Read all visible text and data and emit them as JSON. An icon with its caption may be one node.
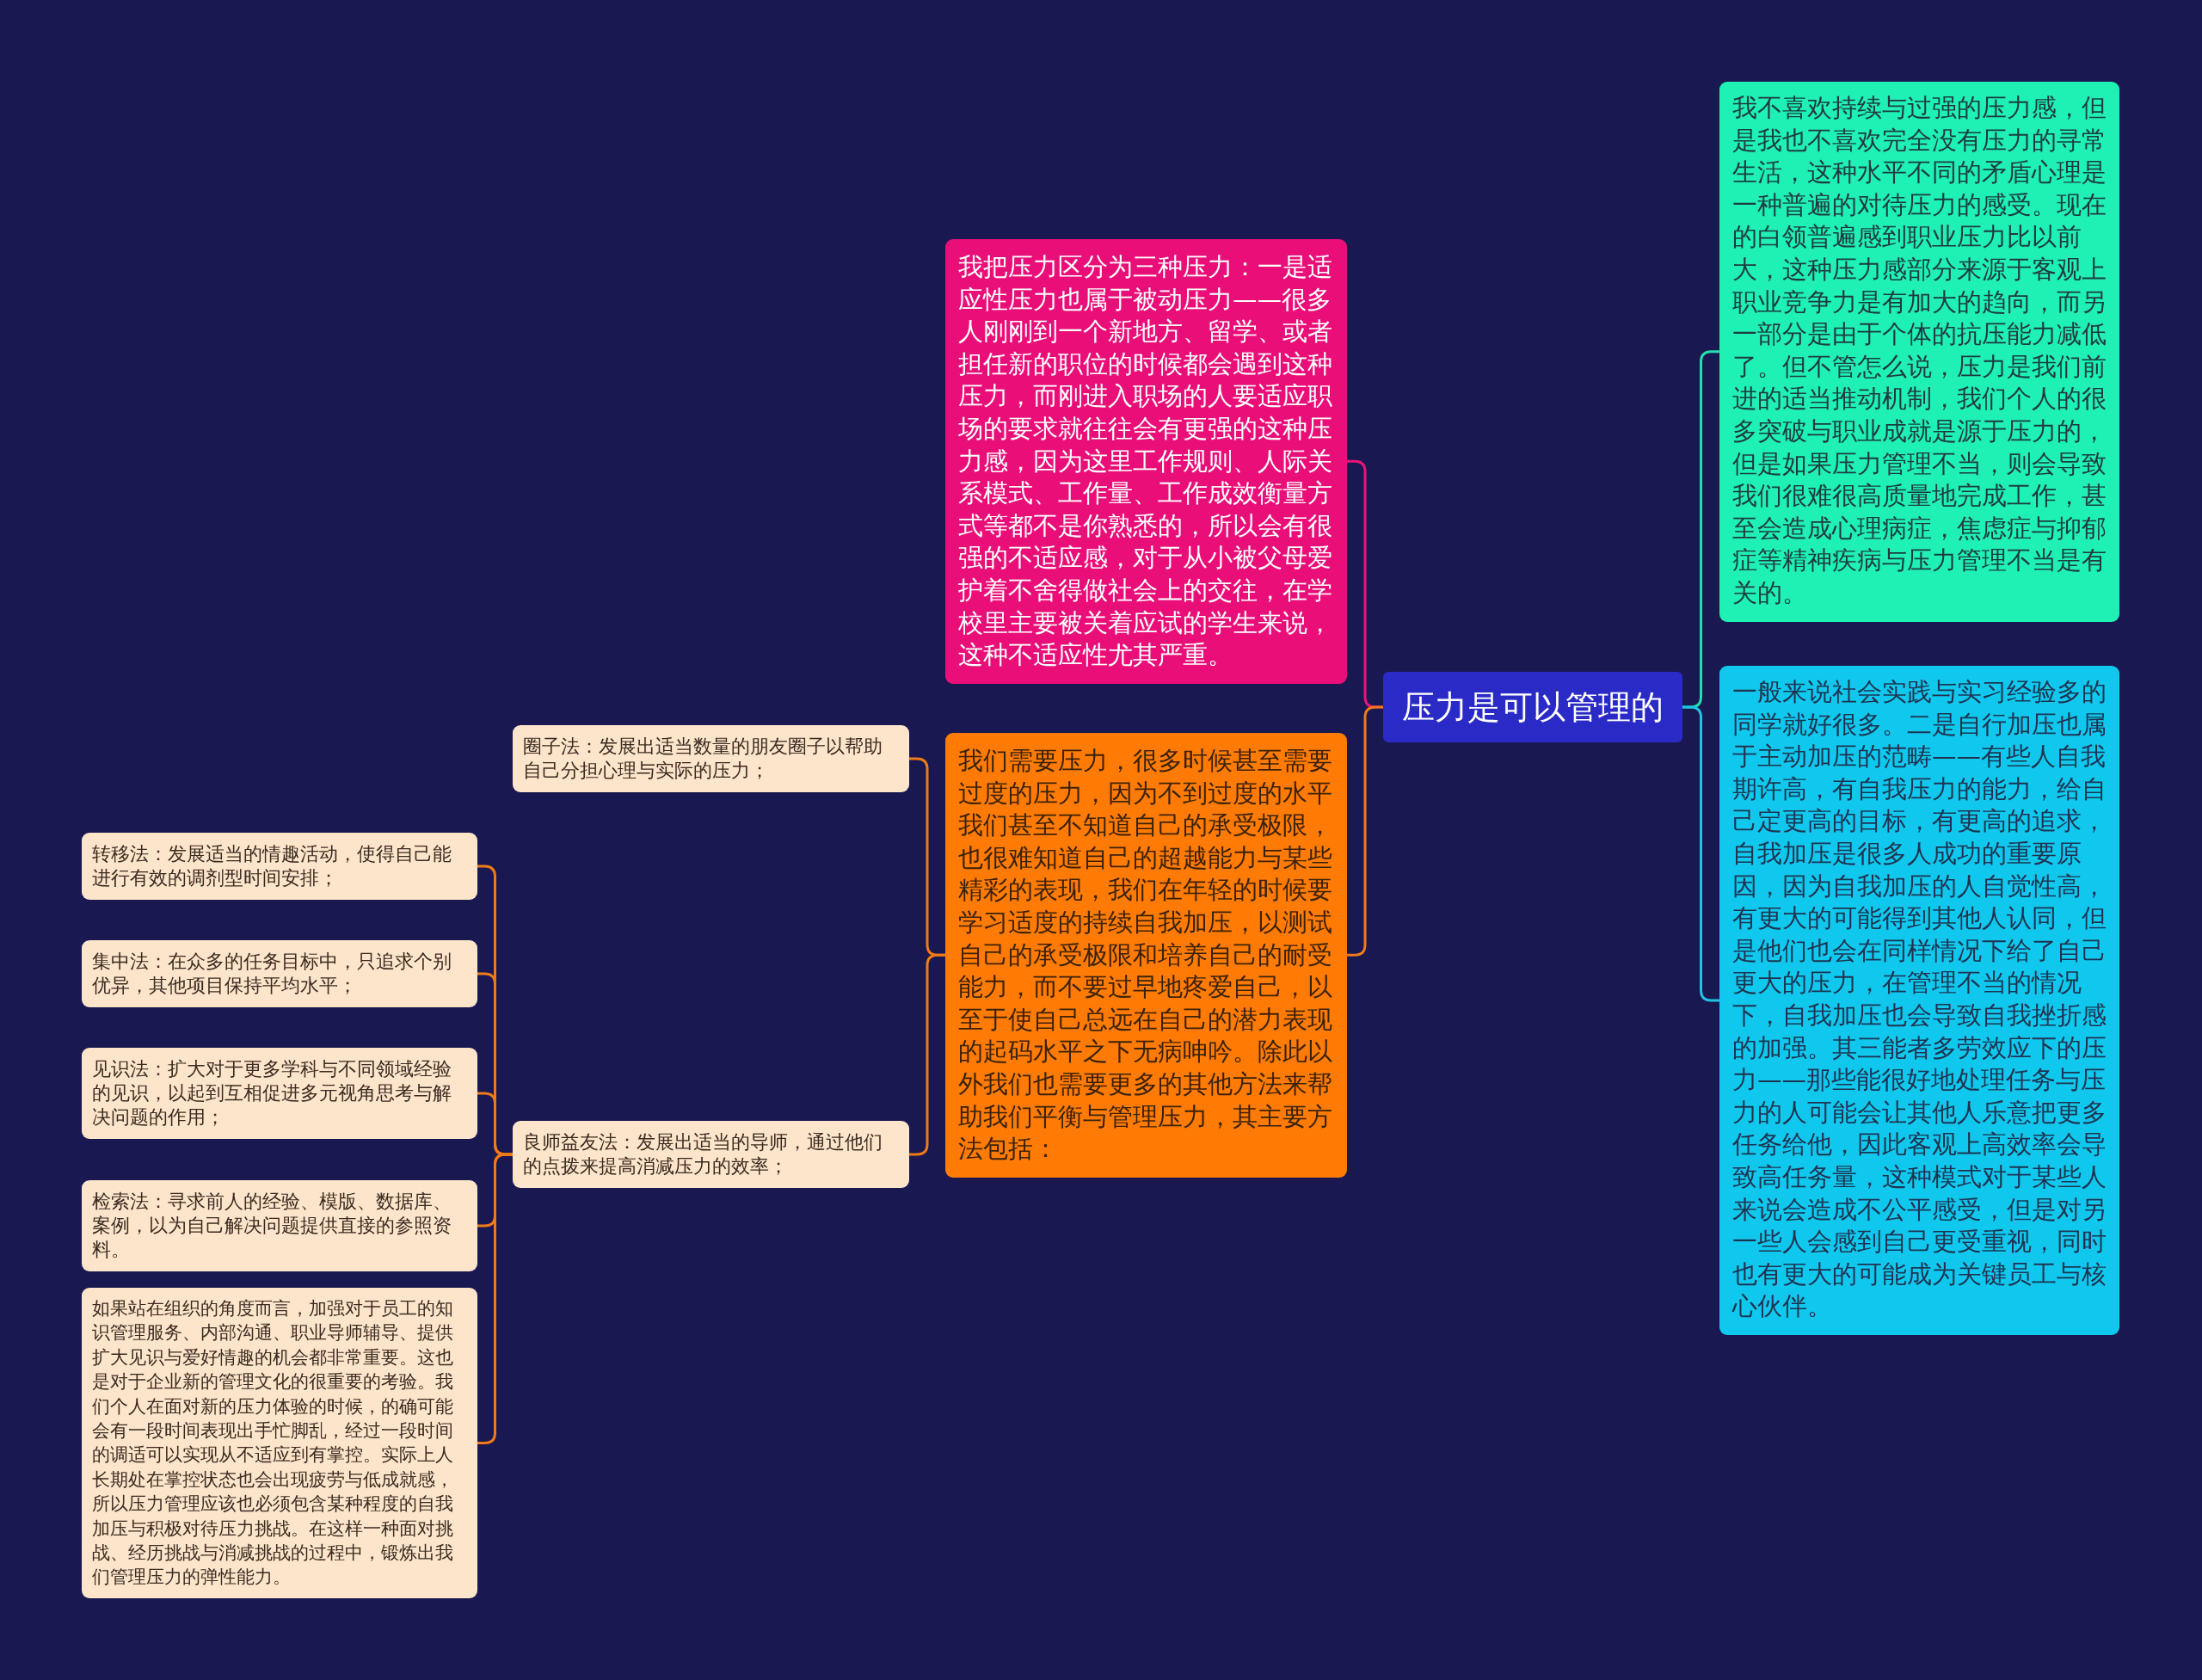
{
  "diagram": {
    "nodes": [
      {
        "text": [
          "压力是可以管理的"
        ]
      },
      {
        "text": [
          "我把压力区分为三种压力：一是适应性压力也属于被动压力——很多人刚刚到一个新地方、留学、或者担任新的职位的时候都会遇到这种压力，而刚进入职场的人要适应职场的要求就往往会有更强的这种压力感，因为这里工作规则、人际关系模式、工作量、工作成效衡量方式等都不是你熟悉的，所以会有很强的不适应感，对于从小被父母爱护着不舍得做社会上的交往，在学校里主要被关着应试的学生来说，这种不适应性尤其严重。"
        ]
      },
      {
        "text": [
          "我们需要压力，很多时候甚至需要过度的压力，因为不到过度的水平我们甚至不知道自己的承受极限，也很难知道自己的超越能力与某些精彩的表现，我们在年轻的时候要学习适度的持续自我加压，以测试自己的承受极限和培养自己的耐受能力，而不要过早地疼爱自己，以至于使自己总远在自己的潜力表现的起码水平之下无病呻吟。除此以外我们也需要更多的其他方法来帮助我们平衡与管理压力，其主要方法包括："
        ]
      },
      {
        "text": [
          "我不喜欢持续与过强的压力感，但是我也不喜欢完全没有压力的寻常生活，这种水平不同的矛盾心理是一种普遍的对待压力的感受。现在的白领普遍感到职业压力比以前大，这种压力感部分来源于客观上职业竞争力是有加大的趋向，而另一部分是由于个体的抗压能力减低了。但不管怎么说，压力是我们前进的适当推动机制，我们个人的很多突破与职业成就是源于压力的，但是如果压力管理不当，则会导致我们很难很高质量地完成工作，甚至会造成心理病症，焦虑症与抑郁症等精神疾病与压力管理不当是有关的。"
        ]
      },
      {
        "text": [
          "一般来说社会实践与实习经验多的同学就好很多。二是自行加压也属于主动加压的范畴——有些人自我期许高，有自我压力的能力，给自己定更高的目标，有更高的追求，自我加压是很多人成功的重要原因，因为自我加压的人自觉性高，有更大的可能得到其他人认同，但是他们也会在同样情况下给了自己更大的压力，在管理不当的情况下，自我加压也会导致自我挫折感的加强。其三能者多劳效应下的压力——那些能很好地处理任务与压力的人可能会让其他人乐意把更多任务给他，因此客观上高效率会导致高任务量，这种模式对于某些人来说会造成不公平感受，但是对另一些人会感到自己更受重视，同时也有更大的可能成为关键员工与核心伙伴。"
        ]
      },
      {
        "text": [
          "圈子法：发展出适当数量的朋友圈子以帮助自己分担心理与实际的压力；"
        ]
      },
      {
        "text": [
          "良师益友法：发展出适当的导师，通过他们的点拨来提高消减压力的效率；"
        ]
      },
      {
        "text": [
          "转移法：发展适当的情趣活动，使得自己能进行有效的调剂型时间安排；"
        ]
      },
      {
        "text": [
          "集中法：在众多的任务目标中，只追求个别优异，其他项目保持平均水平；"
        ]
      },
      {
        "text": [
          "见识法：扩大对于更多学科与不同领域经验的见识，以起到互相促进多元视角思考与解决问题的作用；"
        ]
      },
      {
        "text": [
          "检索法：寻求前人的经验、模版、数据库、案例，以为自己解决问题提供直接的参照资料。"
        ]
      },
      {
        "text": [
          "如果站在组织的角度而言，加强对于员工的知识管理服务、内部沟通、职业导师辅导、提供扩大见识与爱好情趣的机会都非常重要。这也是对于企业新的管理文化的很重要的考验。我们个人在面对新的压力体验的时候，的确可能会有一段时间表现出手忙脚乱，经过一段时间的调适可以实现从不适应到有掌控。实际上人长期处在掌控状态也会出现疲劳与低成就感，所以压力管理应该也必须包含某种程度的自我加压与积极对待压力挑战。在这样一种面对挑战、经历挑战与消减挑战的过程中，锻炼出我们管理压力的弹性能力。"
        ]
      }
    ],
    "edges": [
      {
        "from": 0,
        "to": 1,
        "arrow": "none",
        "color": "#e8157a"
      },
      {
        "from": 0,
        "to": 2,
        "arrow": "none"
      },
      {
        "from": 0,
        "to": 3,
        "arrow": "none",
        "color": "#22e0ae"
      },
      {
        "from": 0,
        "to": 4,
        "arrow": "none",
        "color": "#1fc3e6"
      },
      {
        "from": 2,
        "to": 5,
        "arrow": "none"
      },
      {
        "from": 2,
        "to": 6,
        "arrow": "none"
      },
      {
        "from": 6,
        "to": 7,
        "arrow": "none"
      },
      {
        "from": 6,
        "to": 8,
        "arrow": "none"
      },
      {
        "from": 6,
        "to": 9,
        "arrow": "none"
      },
      {
        "from": 6,
        "to": 10,
        "arrow": "none"
      },
      {
        "from": 6,
        "to": 11,
        "arrow": "none"
      }
    ]
  }
}
